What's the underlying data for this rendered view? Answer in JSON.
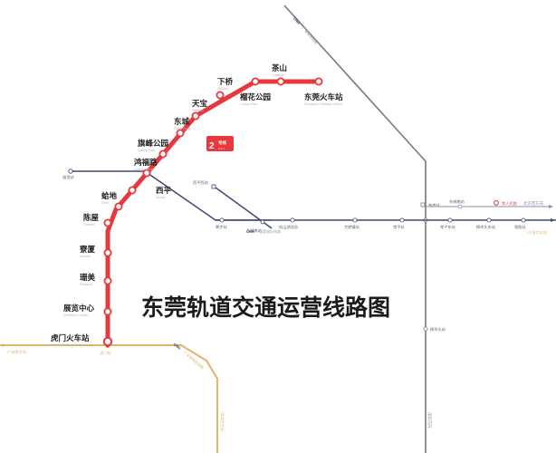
{
  "title": {
    "cn": "东莞轨道交通运营线路图"
  },
  "line2": {
    "badge_number": "2",
    "badge_text": "号线",
    "badge_sub": "Line 2",
    "color": "#e8373d",
    "stations": [
      {
        "cn": "茶山",
        "en": "Chashan"
      },
      {
        "cn": "东莞火车站",
        "en": "Dongguan Railway Station"
      },
      {
        "cn": "榴花公园",
        "en": "Liuhua Park"
      },
      {
        "cn": "下桥",
        "en": "Xiaqiao"
      },
      {
        "cn": "天宝",
        "en": "Tianbao"
      },
      {
        "cn": "东城",
        "en": "Dongcheng"
      },
      {
        "cn": "旗峰公园",
        "en": "Qifeng Park"
      },
      {
        "cn": "鸿福路",
        "en": "Hongfu Road"
      },
      {
        "cn": "西平",
        "en": "Xiping"
      },
      {
        "cn": "蛤地",
        "en": "Gedi"
      },
      {
        "cn": "陈屋",
        "en": "Chenwu"
      },
      {
        "cn": "寮厦",
        "en": "Liaoxia"
      },
      {
        "cn": "珊美",
        "en": "Shanmei"
      },
      {
        "cn": "展览中心",
        "en": "Exhibition Center"
      },
      {
        "cn": "虎门火车站",
        "en": "Humen Railway Station"
      }
    ]
  },
  "guanhui_line": {
    "crh_tag": "CRH",
    "name": "莞惠城际线路",
    "color": "#3f4a78",
    "stations": [
      {
        "cn": "道滘站"
      },
      {
        "cn": "西平西站"
      },
      {
        "cn": "东城南站"
      },
      {
        "cn": "寮步站"
      },
      {
        "cn": "松山湖北站"
      },
      {
        "cn": "大朗镇站"
      },
      {
        "cn": "常平站"
      },
      {
        "cn": "常平东站"
      },
      {
        "cn": "樟木头东站"
      },
      {
        "cn": "银瓶站"
      }
    ],
    "direction_label": "小金口方向"
  },
  "guangshen_line": {
    "crh_tag": "CRH",
    "name": "广深城际线路",
    "color": "#7a7a7a",
    "stations": [
      {
        "cn": "茶南站"
      },
      {
        "cn": "常平站"
      },
      {
        "cn": "樟木头站"
      }
    ],
    "direction_label": "深圳方向"
  },
  "guangshengang_line": {
    "crh_tag": "CRH",
    "name": "广深港高铁线路",
    "color": "#e2b46a",
    "stations": [
      {
        "cn": "虎门站"
      }
    ],
    "direction_left": "广州南方向",
    "direction_down": "深圳北方向"
  },
  "beijing_line": {
    "direction_label": "北京西方向",
    "highlight_station": "常人民路",
    "color": "#8a90a8"
  }
}
